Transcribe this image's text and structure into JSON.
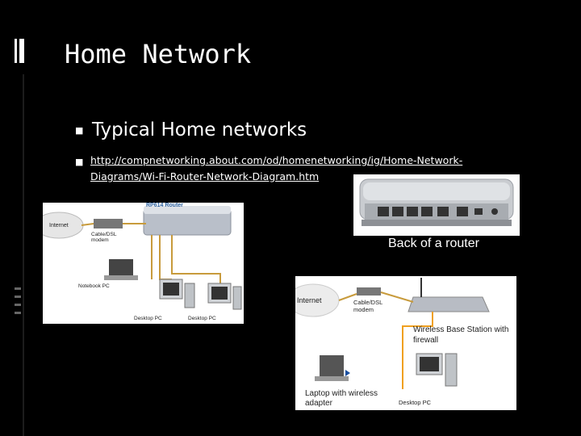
{
  "slide": {
    "title": "Home Network",
    "bullets": [
      {
        "text": "Typical Home networks"
      },
      {
        "text": "http://compnetworking.about.com/od/homenetworking/ig/Home-Network-Diagrams/Wi-Fi-Router-Network-Diagram.htm"
      }
    ]
  },
  "router_photo": {
    "caption": "Back of a router"
  },
  "diagram_left": {
    "internet": "Internet",
    "router": "RP614 Router",
    "modem": "Cable/DSL modem",
    "notebook": "Notebook PC",
    "desktop1": "Desktop PC",
    "desktop2": "Desktop PC"
  },
  "diagram_right": {
    "internet": "Internet",
    "modem": "Cable/DSL modem",
    "base_station": "Wireless Base Station with firewall",
    "laptop": "Laptop with wireless adapter",
    "desktop": "Desktop PC"
  }
}
